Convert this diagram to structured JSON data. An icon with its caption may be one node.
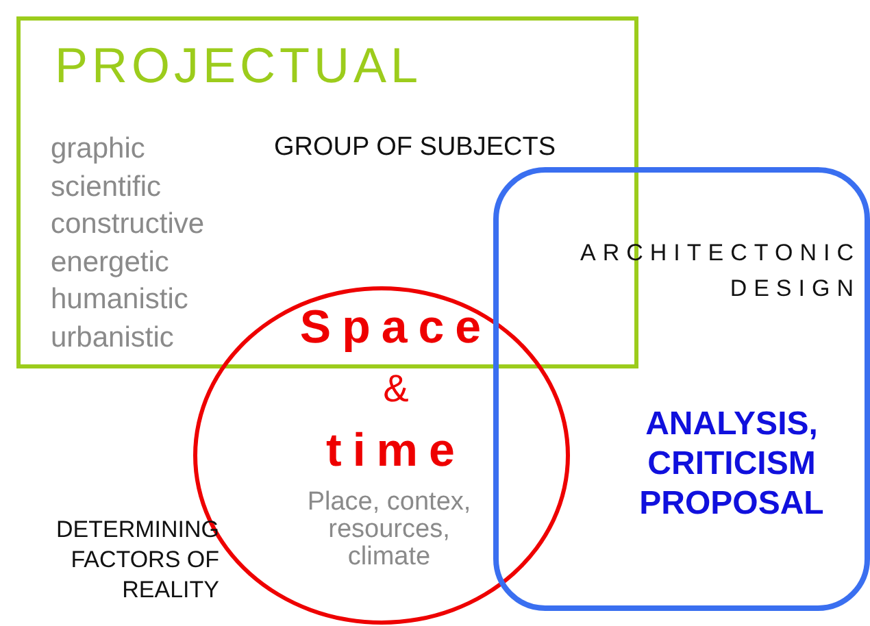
{
  "diagram": {
    "nodes": [
      {
        "text": [
          "PROJECTUAL",
          "graphic",
          "scientific",
          "constructive",
          "energetic",
          "humanistic",
          "urbanistic",
          "GROUP OF SUBJECTS"
        ]
      },
      {
        "text": [
          "Space",
          "&",
          "time",
          "Place, contex, resources, climate"
        ]
      },
      {
        "text": [
          "ARCHITECTONIC DESIGN",
          "ANALYSIS, CRITICISM PROPOSAL"
        ]
      }
    ],
    "edges": [],
    "labels": [
      "DETERMINING FACTORS OF REALITY"
    ]
  }
}
